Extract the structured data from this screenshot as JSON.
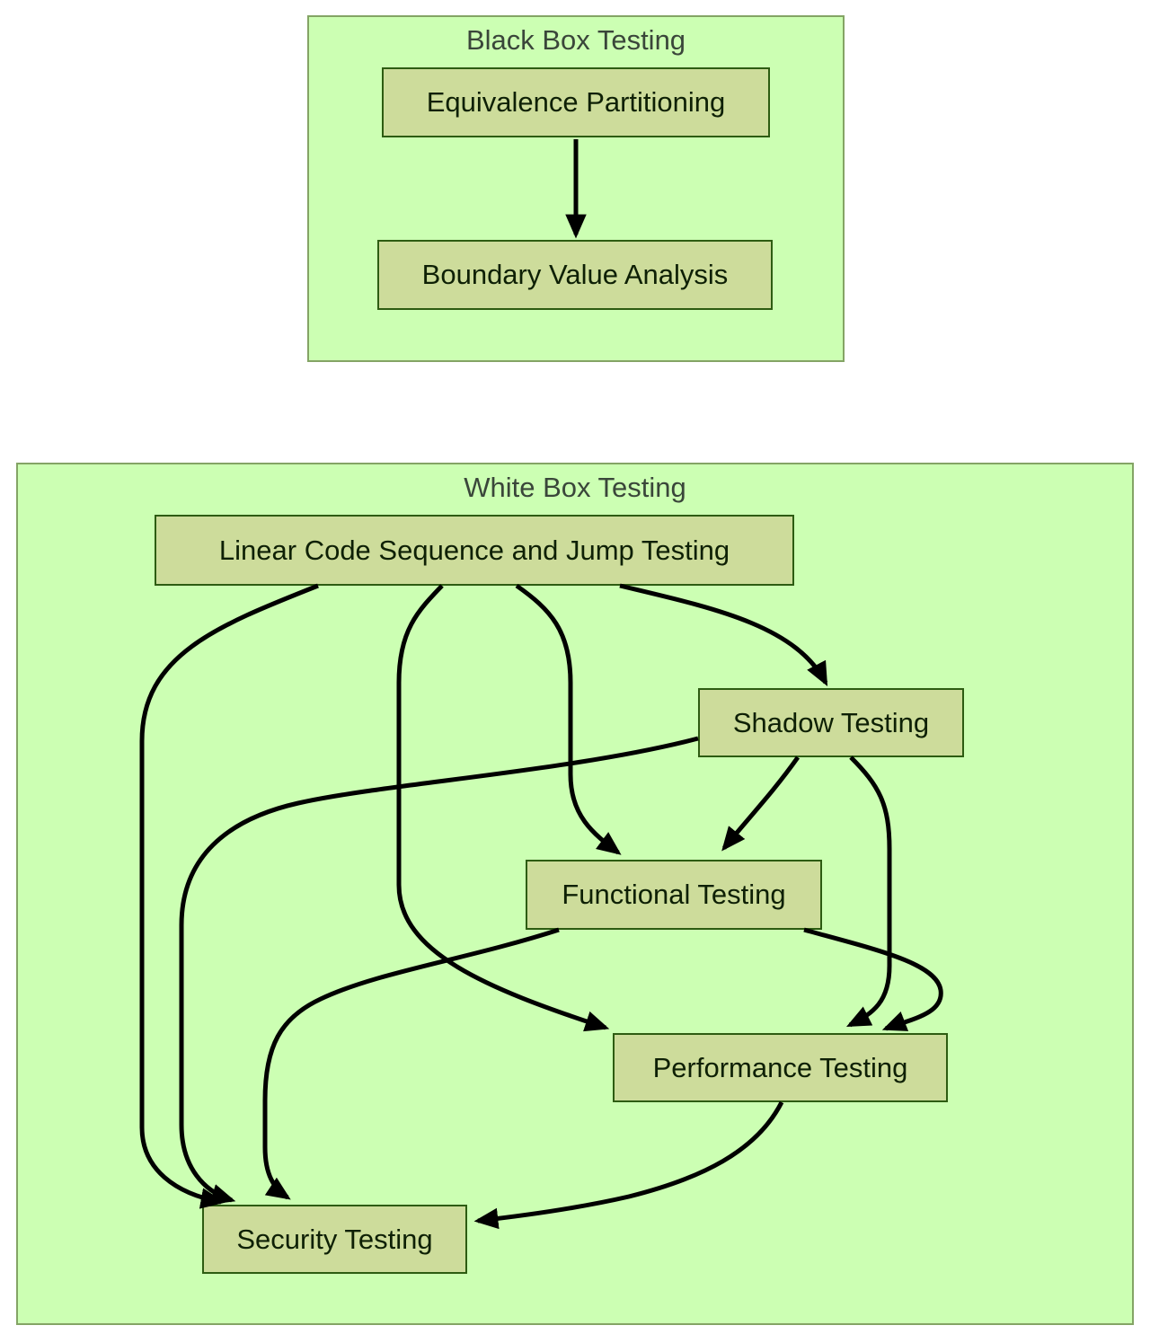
{
  "diagram": {
    "clusters": [
      {
        "id": "black-box",
        "title": "Black Box Testing",
        "nodes": [
          {
            "id": "equivalence-partitioning",
            "label": "Equivalence Partitioning"
          },
          {
            "id": "boundary-value-analysis",
            "label": "Boundary Value Analysis"
          }
        ],
        "edges": [
          {
            "from": "equivalence-partitioning",
            "to": "boundary-value-analysis"
          }
        ]
      },
      {
        "id": "white-box",
        "title": "White Box Testing",
        "nodes": [
          {
            "id": "linear-code-sequence-and-jump-testing",
            "label": "Linear Code Sequence and Jump Testing"
          },
          {
            "id": "shadow-testing",
            "label": "Shadow Testing"
          },
          {
            "id": "functional-testing",
            "label": "Functional Testing"
          },
          {
            "id": "performance-testing",
            "label": "Performance Testing"
          },
          {
            "id": "security-testing",
            "label": "Security Testing"
          }
        ],
        "edges": [
          {
            "from": "linear-code-sequence-and-jump-testing",
            "to": "shadow-testing"
          },
          {
            "from": "linear-code-sequence-and-jump-testing",
            "to": "functional-testing"
          },
          {
            "from": "linear-code-sequence-and-jump-testing",
            "to": "performance-testing"
          },
          {
            "from": "linear-code-sequence-and-jump-testing",
            "to": "security-testing"
          },
          {
            "from": "shadow-testing",
            "to": "functional-testing"
          },
          {
            "from": "shadow-testing",
            "to": "performance-testing"
          },
          {
            "from": "shadow-testing",
            "to": "security-testing"
          },
          {
            "from": "functional-testing",
            "to": "performance-testing"
          },
          {
            "from": "functional-testing",
            "to": "security-testing"
          },
          {
            "from": "performance-testing",
            "to": "security-testing"
          }
        ]
      }
    ],
    "colors": {
      "cluster_fill": "#ccffb3",
      "cluster_border": "#84a465",
      "node_fill": "#cddc9b",
      "node_border": "#2d5c12",
      "edge": "#000000",
      "cluster_title_text": "#3a463a",
      "node_text": "#0e2005"
    }
  }
}
